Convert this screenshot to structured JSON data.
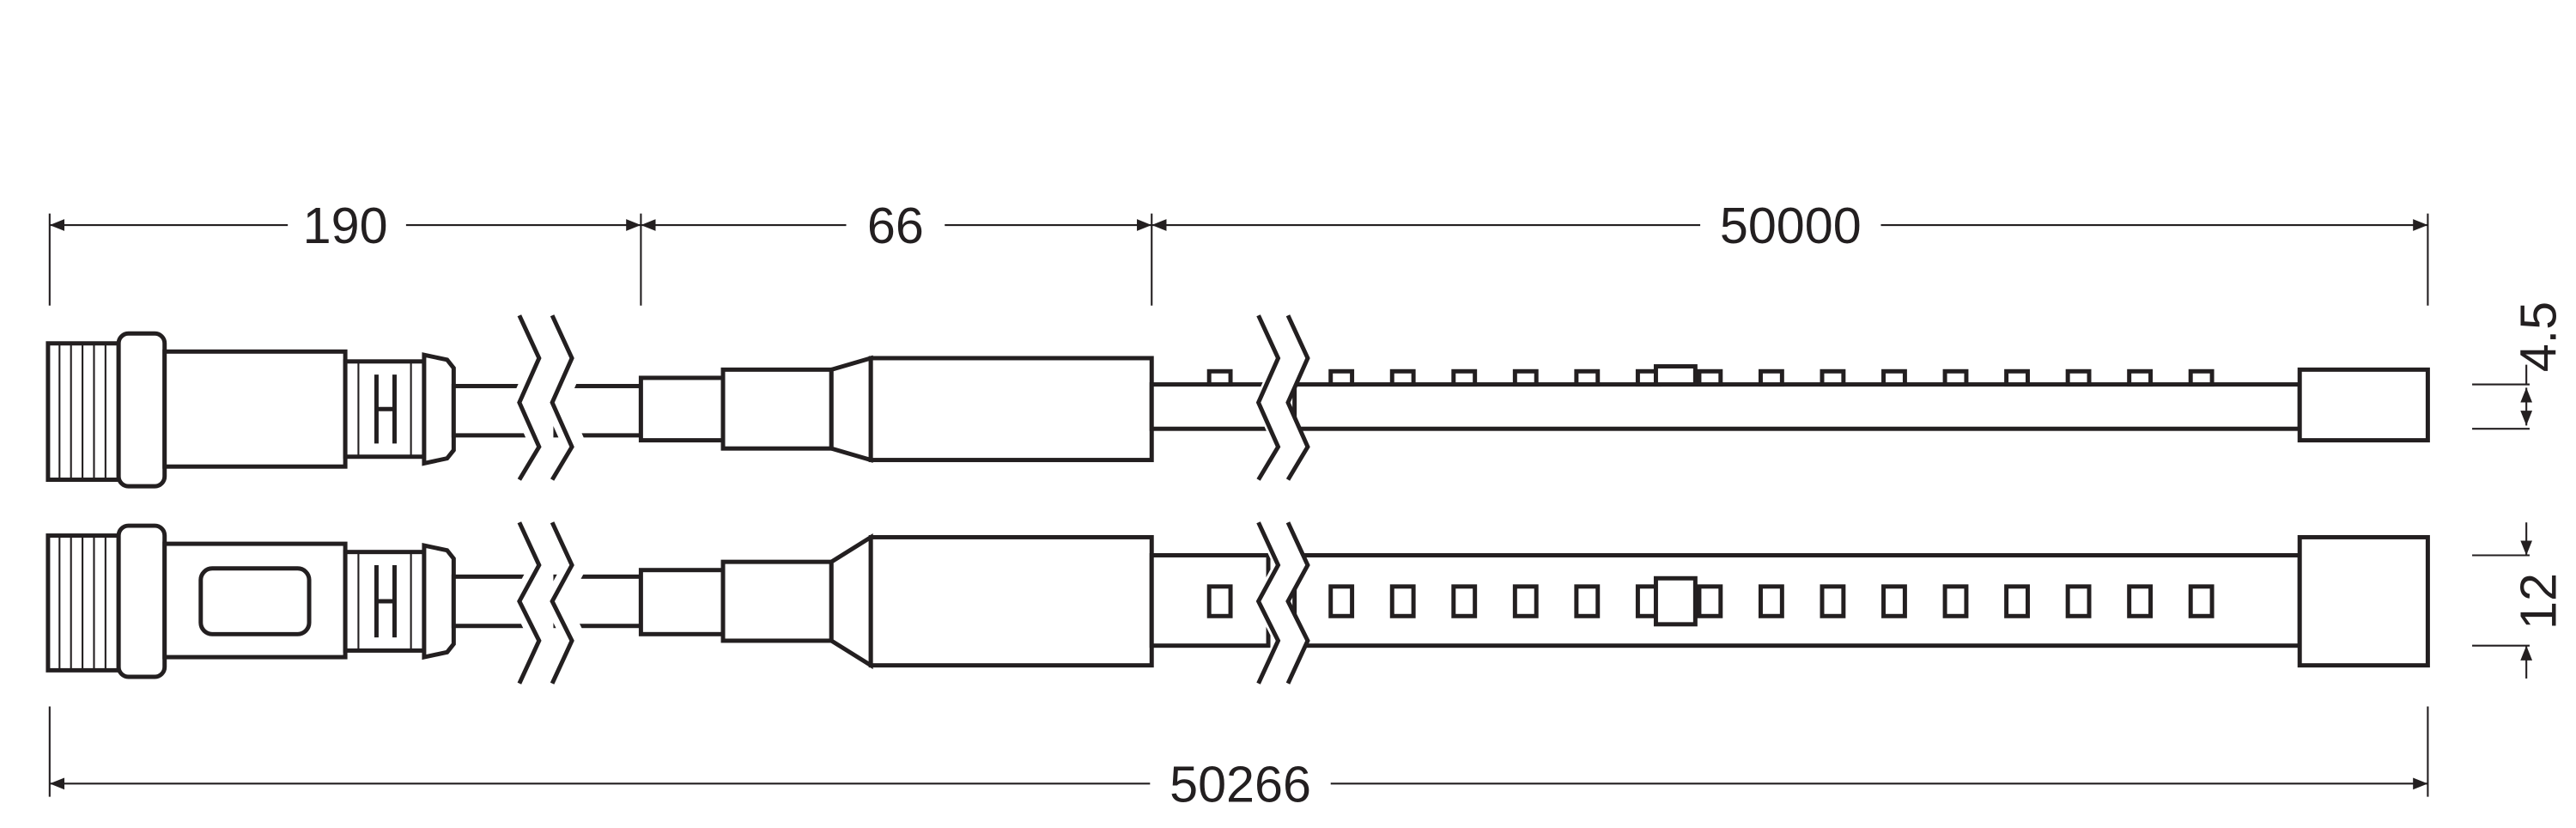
{
  "dimensions": {
    "connector_length": "190",
    "transition_length": "66",
    "strip_length": "50000",
    "total_length": "50266",
    "strip_thickness": "4.5",
    "strip_width": "12"
  },
  "led_count_per_visible_segment": 15,
  "line_color": "#231f20"
}
